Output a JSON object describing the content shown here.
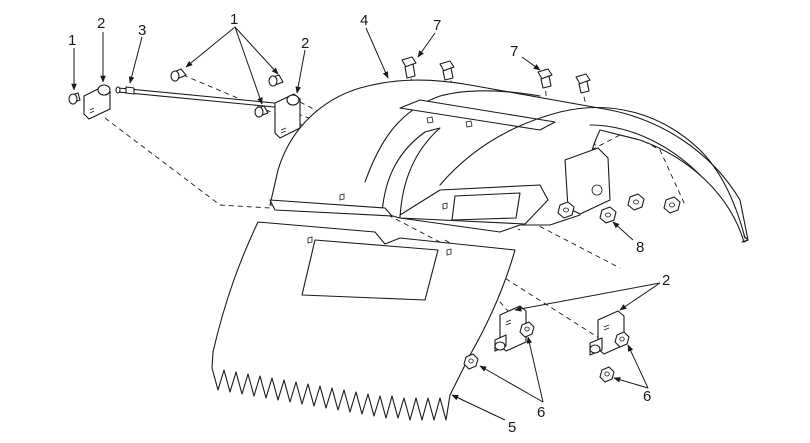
{
  "diagram": {
    "callouts": [
      "1",
      "2",
      "3",
      "1",
      "2",
      "4",
      "7",
      "7",
      "8",
      "2",
      "6",
      "6",
      "5"
    ],
    "colors": {
      "line": "#1a1a1a",
      "background": "#ffffff"
    }
  }
}
